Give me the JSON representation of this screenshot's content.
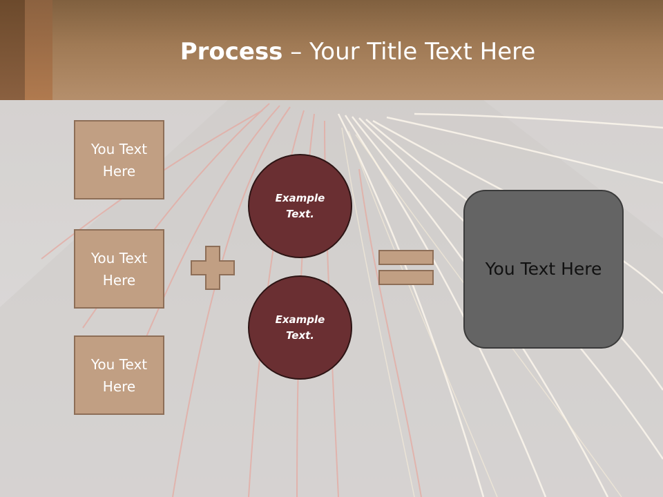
{
  "title": {
    "bold": "Process",
    "rest": " – Your Title Text Here"
  },
  "left_boxes": [
    {
      "label": "You Text Here"
    },
    {
      "label": "You Text Here"
    },
    {
      "label": "You Text Here"
    }
  ],
  "circles": [
    {
      "label": "Example Text."
    },
    {
      "label": "Example Text."
    }
  ],
  "result": {
    "label": "You Text Here"
  },
  "colors": {
    "header": "#a07a55",
    "box_fill": "#c19f83",
    "box_border": "#8d6e57",
    "circle_fill": "#6a2f32",
    "result_fill": "#646464"
  }
}
